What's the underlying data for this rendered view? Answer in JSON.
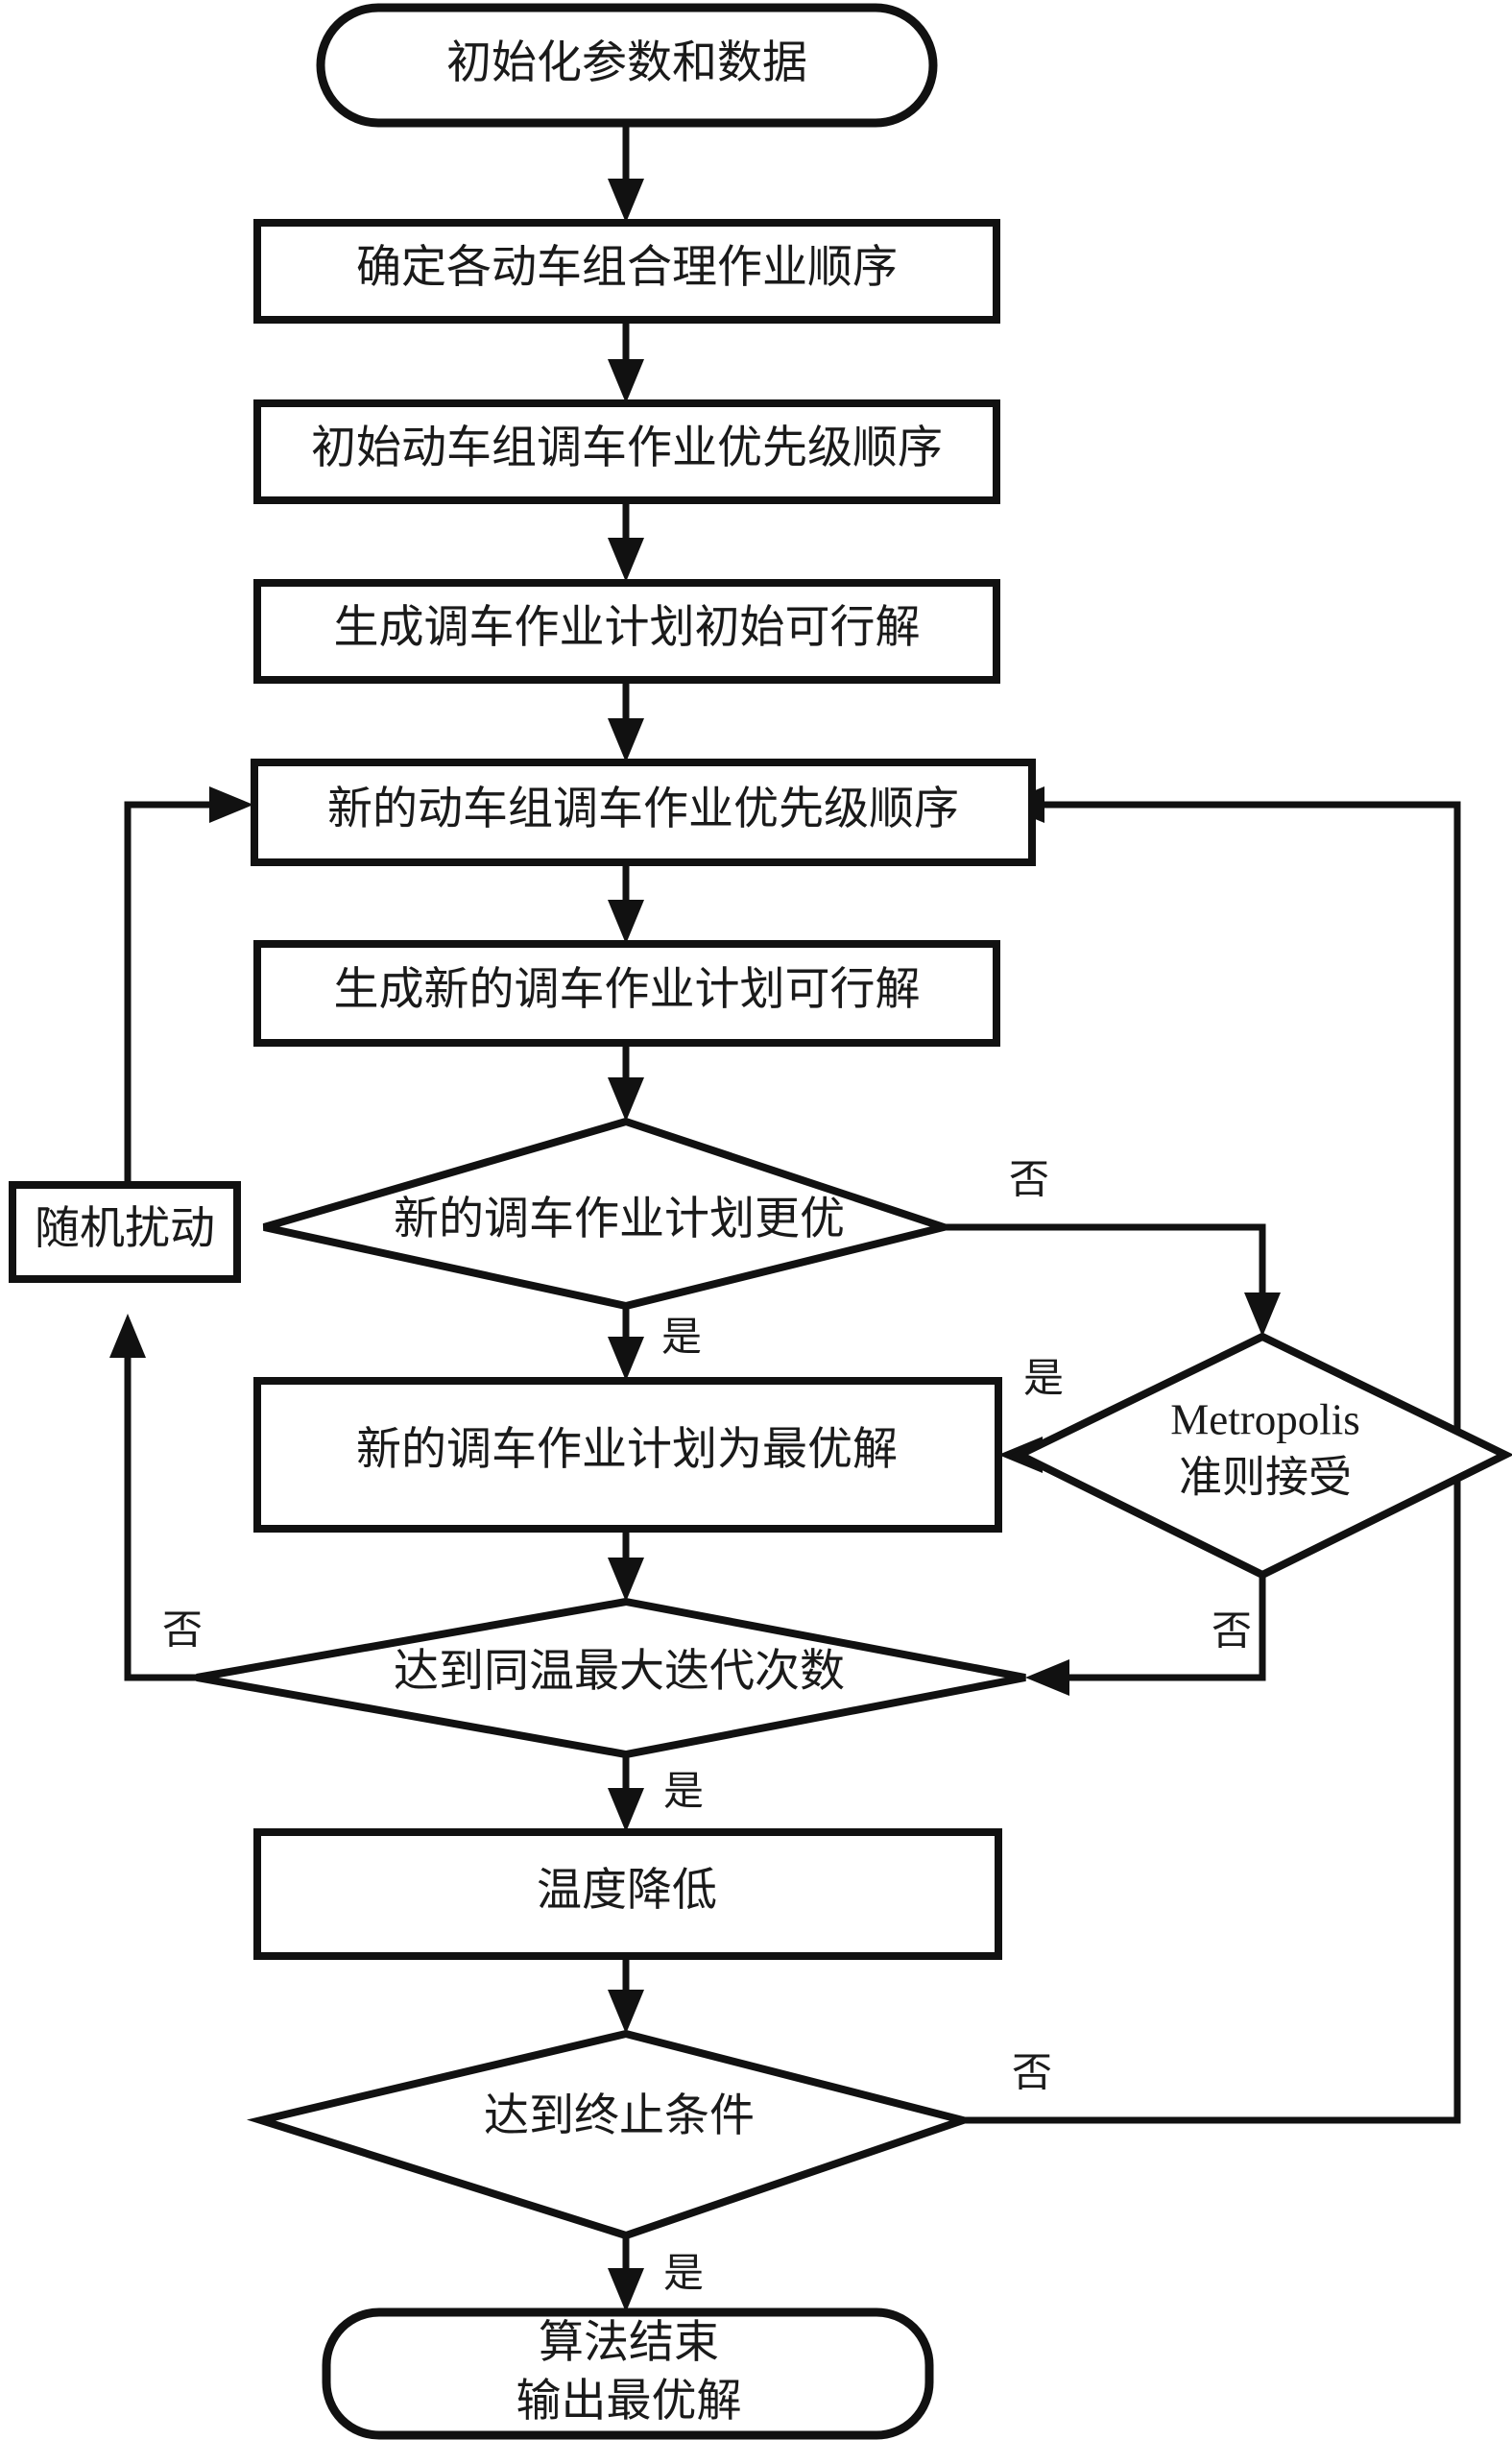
{
  "diagram": {
    "type": "flowchart",
    "orientation": "top-to-bottom",
    "language": "zh-CN",
    "colors": {
      "stroke": "#111111",
      "fill": "#ffffff",
      "text": "#1a1a1a"
    },
    "nodes": {
      "start": {
        "shape": "terminal",
        "label": "初始化参数和数据"
      },
      "order": {
        "shape": "process",
        "label": "确定各动车组合理作业顺序"
      },
      "init_prio": {
        "shape": "process",
        "label": "初始动车组调车作业优先级顺序"
      },
      "init_sol": {
        "shape": "process",
        "label": "生成调车作业计划初始可行解"
      },
      "new_prio": {
        "shape": "process",
        "label": "新的动车组调车作业优先级顺序"
      },
      "new_sol": {
        "shape": "process",
        "label": "生成新的调车作业计划可行解"
      },
      "better": {
        "shape": "decision",
        "label": "新的调车作业计划更优"
      },
      "perturb": {
        "shape": "process",
        "label": "随机扰动"
      },
      "metropolis": {
        "shape": "decision",
        "label_line1": "Metropolis",
        "label_line2": "准则接受"
      },
      "best": {
        "shape": "process",
        "label": "新的调车作业计划为最优解"
      },
      "max_iter": {
        "shape": "decision",
        "label": "达到同温最大迭代次数"
      },
      "cool": {
        "shape": "process",
        "label": "温度降低"
      },
      "stop_cond": {
        "shape": "decision",
        "label": "达到终止条件"
      },
      "end": {
        "shape": "terminal",
        "label_line1": "算法结束",
        "label_line2": "输出最优解"
      }
    },
    "edge_labels": {
      "yes": "是",
      "no": "否"
    },
    "edges": [
      {
        "from": "start",
        "to": "order",
        "label": ""
      },
      {
        "from": "order",
        "to": "init_prio",
        "label": ""
      },
      {
        "from": "init_prio",
        "to": "init_sol",
        "label": ""
      },
      {
        "from": "init_sol",
        "to": "new_prio",
        "label": ""
      },
      {
        "from": "new_prio",
        "to": "new_sol",
        "label": ""
      },
      {
        "from": "new_sol",
        "to": "better",
        "label": ""
      },
      {
        "from": "better",
        "to": "best",
        "label": "是"
      },
      {
        "from": "better",
        "to": "metropolis",
        "label": "否"
      },
      {
        "from": "metropolis",
        "to": "best",
        "label": "是"
      },
      {
        "from": "metropolis",
        "to": "max_iter",
        "label": "否"
      },
      {
        "from": "best",
        "to": "max_iter",
        "label": ""
      },
      {
        "from": "max_iter",
        "to": "perturb",
        "label": "否"
      },
      {
        "from": "perturb",
        "to": "new_prio",
        "label": ""
      },
      {
        "from": "max_iter",
        "to": "cool",
        "label": "是"
      },
      {
        "from": "cool",
        "to": "stop_cond",
        "label": ""
      },
      {
        "from": "stop_cond",
        "to": "new_prio",
        "label": "否"
      },
      {
        "from": "stop_cond",
        "to": "end",
        "label": "是"
      }
    ]
  }
}
